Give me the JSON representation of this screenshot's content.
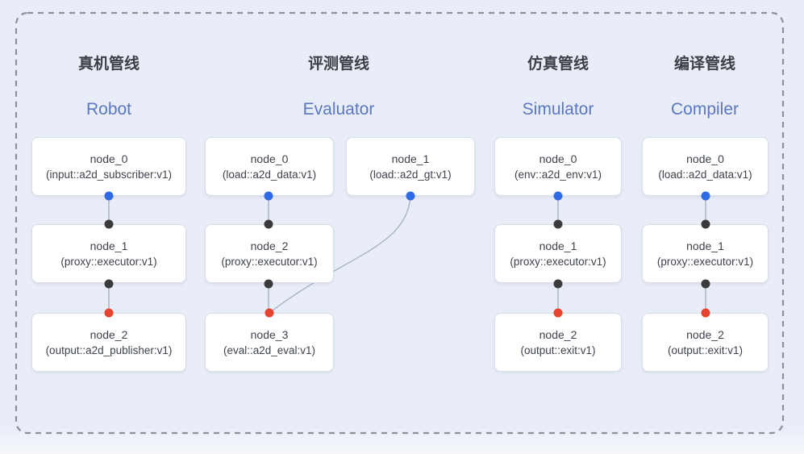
{
  "colors": {
    "bg": "#e9edf8",
    "border_dash": "#8b919c",
    "node_bg": "#ffffff",
    "node_border": "#d9dde5",
    "node_text": "#3d424d",
    "title_zh": "#3b3f46",
    "title_en": "#5b77c4",
    "link": "#a9b3c3",
    "port_blue": "#2e6be4",
    "port_black": "#3b3b3d",
    "port_red": "#e8432f"
  },
  "pipelines": [
    {
      "title_zh": "真机管线",
      "title_en": "Robot",
      "nodes": [
        {
          "name": "node_0",
          "impl": "(input::a2d_subscriber:v1)"
        },
        {
          "name": "node_1",
          "impl": "(proxy::executor:v1)"
        },
        {
          "name": "node_2",
          "impl": "(output::a2d_publisher:v1)"
        }
      ]
    },
    {
      "title_zh": "评测管线",
      "title_en": "Evaluator",
      "nodes": [
        {
          "name": "node_0",
          "impl": "(load::a2d_data:v1)"
        },
        {
          "name": "node_1",
          "impl": "(load::a2d_gt:v1)"
        },
        {
          "name": "node_2",
          "impl": "(proxy::executor:v1)"
        },
        {
          "name": "node_3",
          "impl": "(eval::a2d_eval:v1)"
        }
      ]
    },
    {
      "title_zh": "仿真管线",
      "title_en": "Simulator",
      "nodes": [
        {
          "name": "node_0",
          "impl": "(env::a2d_env:v1)"
        },
        {
          "name": "node_1",
          "impl": "(proxy::executor:v1)"
        },
        {
          "name": "node_2",
          "impl": "(output::exit:v1)"
        }
      ]
    },
    {
      "title_zh": "编译管线",
      "title_en": "Compiler",
      "nodes": [
        {
          "name": "node_0",
          "impl": "(load::a2d_data:v1)"
        },
        {
          "name": "node_1",
          "impl": "(proxy::executor:v1)"
        },
        {
          "name": "node_2",
          "impl": "(output::exit:v1)"
        }
      ]
    }
  ]
}
